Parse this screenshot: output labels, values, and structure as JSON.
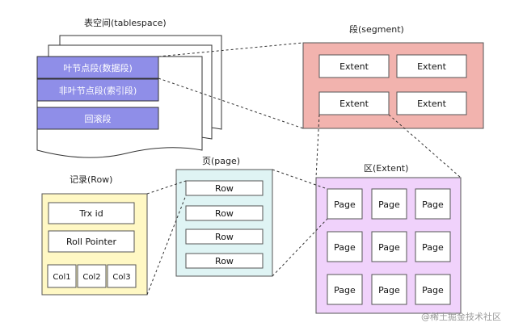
{
  "colors": {
    "tablespace_fill": "#8f8ee8",
    "segment_fill": "#f2b3ae",
    "record_fill": "#fff8c4",
    "page_fill": "#dff4f4",
    "extent_fill": "#f0d2fb"
  },
  "tablespace": {
    "label": "表空间(tablespace)",
    "rows": [
      "叶节点段(数据段)",
      "非叶节点段(索引段)",
      "回滚段"
    ]
  },
  "segment": {
    "label": "段(segment)",
    "cells": [
      "Extent",
      "Extent",
      "Extent",
      "Extent"
    ]
  },
  "record": {
    "label": "记录(Row)",
    "trx_id": "Trx id",
    "roll_pointer": "Roll Pointer",
    "cols": [
      "Col1",
      "Col2",
      "Col3"
    ]
  },
  "page": {
    "label": "页(page)",
    "rows": [
      "Row",
      "Row",
      "Row",
      "Row"
    ]
  },
  "extent": {
    "label": "区(Extent)",
    "cells": [
      "Page",
      "Page",
      "Page",
      "Page",
      "Page",
      "Page",
      "Page",
      "Page",
      "Page"
    ]
  },
  "watermark": "@稀土掘金技术社区"
}
